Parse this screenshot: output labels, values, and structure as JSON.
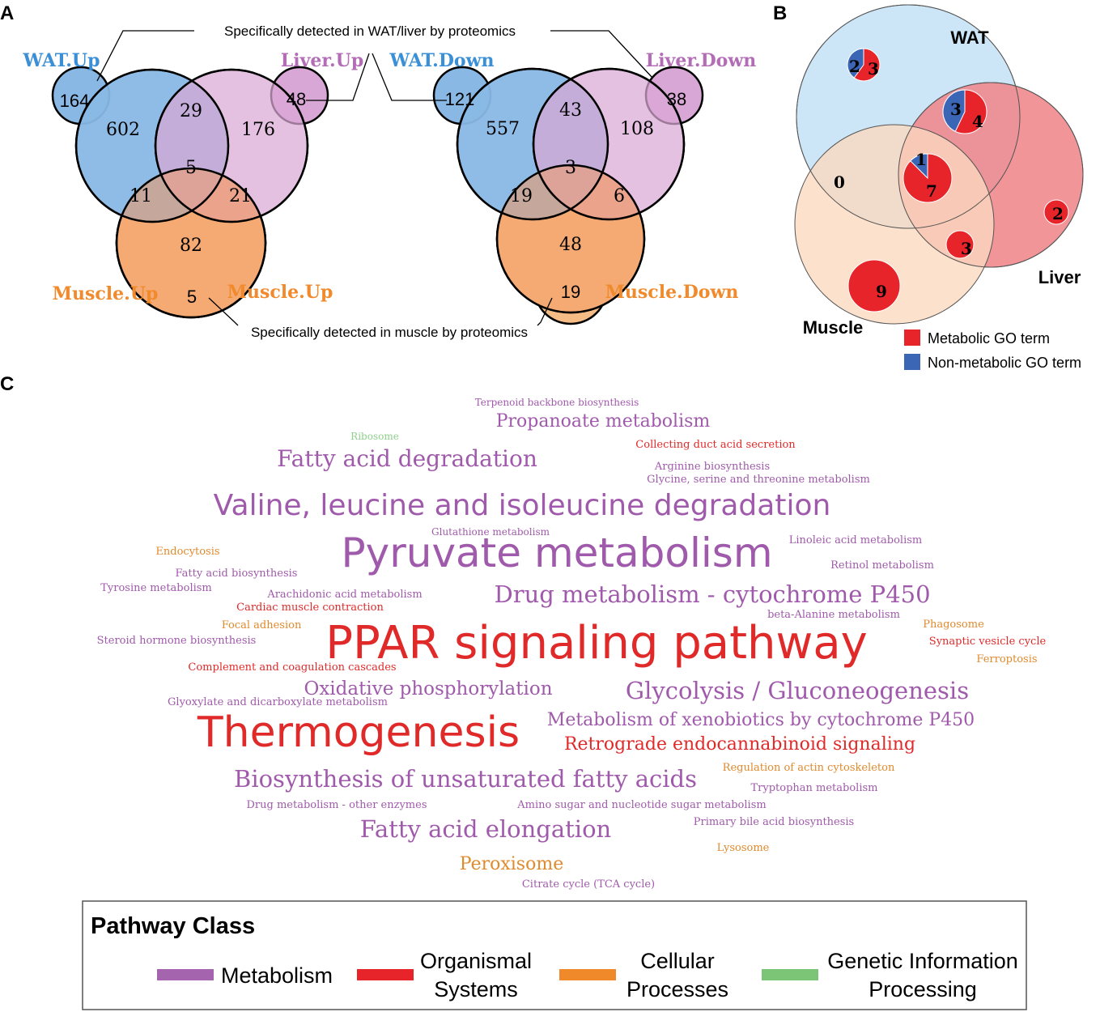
{
  "panel_a": {
    "label": "A",
    "top_note": "Specifically detected in WAT/liver by proteomics",
    "bottom_note": "Specifically detected in muscle by proteomics",
    "up": {
      "wat_label": "WAT.Up",
      "liver_label": "Liver.Up",
      "muscle_label_left": "Muscle.Up",
      "muscle_label_right": "Muscle.Up",
      "wat_only_proteomics": "164",
      "liver_only_proteomics": "48",
      "muscle_only_proteomics": "5",
      "wat": "602",
      "liver": "176",
      "muscle": "82",
      "wat_liver": "29",
      "wat_muscle": "11",
      "liver_muscle": "21",
      "all": "5"
    },
    "down": {
      "wat_label": "WAT.Down",
      "liver_label": "Liver.Down",
      "muscle_label": "Muscle.Down",
      "wat_only_proteomics": "121",
      "liver_only_proteomics": "38",
      "muscle_only_proteomics": "19",
      "wat": "557",
      "liver": "108",
      "muscle": "48",
      "wat_liver": "43",
      "wat_muscle": "19",
      "liver_muscle": "6",
      "all": "3"
    }
  },
  "panel_b": {
    "label": "B",
    "wat_label": "WAT",
    "liver_label": "Liver",
    "muscle_label": "Muscle",
    "pies": [
      {
        "metabolic": 3,
        "non_metabolic": 2
      },
      {
        "metabolic": 4,
        "non_metabolic": 3
      },
      {
        "metabolic": 7,
        "non_metabolic": 1
      },
      {
        "metabolic": 2,
        "non_metabolic": 0
      },
      {
        "metabolic": 3,
        "non_metabolic": 0
      },
      {
        "metabolic": 9,
        "non_metabolic": 0
      }
    ],
    "wat_muscle_value": "0",
    "legend": {
      "metabolic": "Metabolic GO term",
      "non_metabolic": "Non-metabolic GO term"
    },
    "colors": {
      "metabolic": "#e8242b",
      "non_metabolic": "#3a66b5"
    }
  },
  "panel_c": {
    "label": "C",
    "legend_title": "Pathway Class",
    "classes": [
      {
        "line1": "Metabolism",
        "line2": "",
        "color": "#a464ae"
      },
      {
        "line1": "Organismal",
        "line2": "Systems",
        "color": "#e8242b"
      },
      {
        "line1": "Cellular",
        "line2": "Processes",
        "color": "#f0892a"
      },
      {
        "line1": "Genetic Information",
        "line2": "Processing",
        "color": "#7cc576"
      }
    ],
    "colors": {
      "metabolism": "#a05aab",
      "organismal": "#e02a2a",
      "cellular": "#e08a2e",
      "genetic": "#8fd08a"
    },
    "words": [
      {
        "text": "Terpenoid backbone biosynthesis",
        "cls": "metabolism",
        "size": 13
      },
      {
        "text": "Propanoate metabolism",
        "cls": "metabolism",
        "size": 24
      },
      {
        "text": "Ribosome",
        "cls": "genetic",
        "size": 13
      },
      {
        "text": "Collecting duct acid secretion",
        "cls": "organismal",
        "size": 14
      },
      {
        "text": "Fatty acid degradation",
        "cls": "metabolism",
        "size": 31
      },
      {
        "text": "Arginine biosynthesis",
        "cls": "metabolism",
        "size": 14
      },
      {
        "text": "Glycine, serine and threonine metabolism",
        "cls": "metabolism",
        "size": 14
      },
      {
        "text": "Valine, leucine and isoleucine degradation",
        "cls": "metabolism",
        "size": 40
      },
      {
        "text": "Glutathione metabolism",
        "cls": "metabolism",
        "size": 13
      },
      {
        "text": "Linoleic acid metabolism",
        "cls": "metabolism",
        "size": 14
      },
      {
        "text": "Endocytosis",
        "cls": "cellular",
        "size": 14
      },
      {
        "text": "Pyruvate metabolism",
        "cls": "metabolism",
        "size": 56
      },
      {
        "text": "Retinol metabolism",
        "cls": "metabolism",
        "size": 14
      },
      {
        "text": "Fatty acid biosynthesis",
        "cls": "metabolism",
        "size": 14
      },
      {
        "text": "Tyrosine metabolism",
        "cls": "metabolism",
        "size": 14
      },
      {
        "text": "Arachidonic acid metabolism",
        "cls": "metabolism",
        "size": 14
      },
      {
        "text": "Drug metabolism - cytochrome P450",
        "cls": "metabolism",
        "size": 32
      },
      {
        "text": "Cardiac muscle contraction",
        "cls": "organismal",
        "size": 14
      },
      {
        "text": "beta-Alanine metabolism",
        "cls": "metabolism",
        "size": 14
      },
      {
        "text": "Focal adhesion",
        "cls": "cellular",
        "size": 14
      },
      {
        "text": "Phagosome",
        "cls": "cellular",
        "size": 14
      },
      {
        "text": "PPAR signaling pathway",
        "cls": "organismal",
        "size": 62
      },
      {
        "text": "Steroid hormone biosynthesis",
        "cls": "metabolism",
        "size": 14
      },
      {
        "text": "Synaptic vesicle cycle",
        "cls": "organismal",
        "size": 14
      },
      {
        "text": "Ferroptosis",
        "cls": "cellular",
        "size": 14
      },
      {
        "text": "Complement and coagulation cascades",
        "cls": "organismal",
        "size": 14
      },
      {
        "text": "Oxidative phosphorylation",
        "cls": "metabolism",
        "size": 26
      },
      {
        "text": "Glycolysis / Gluconeogenesis",
        "cls": "metabolism",
        "size": 32
      },
      {
        "text": "Glyoxylate and dicarboxylate metabolism",
        "cls": "metabolism",
        "size": 14
      },
      {
        "text": "Thermogenesis",
        "cls": "organismal",
        "size": 58
      },
      {
        "text": "Metabolism of xenobiotics by cytochrome P450",
        "cls": "metabolism",
        "size": 24
      },
      {
        "text": "Retrograde endocannabinoid signaling",
        "cls": "organismal",
        "size": 24
      },
      {
        "text": "Regulation of actin cytoskeleton",
        "cls": "cellular",
        "size": 14
      },
      {
        "text": "Biosynthesis of unsaturated fatty acids",
        "cls": "metabolism",
        "size": 32
      },
      {
        "text": "Tryptophan metabolism",
        "cls": "metabolism",
        "size": 14
      },
      {
        "text": "Drug metabolism - other enzymes",
        "cls": "metabolism",
        "size": 14
      },
      {
        "text": "Amino sugar and nucleotide sugar metabolism",
        "cls": "metabolism",
        "size": 14
      },
      {
        "text": "Primary bile acid biosynthesis",
        "cls": "metabolism",
        "size": 14
      },
      {
        "text": "Fatty acid elongation",
        "cls": "metabolism",
        "size": 32
      },
      {
        "text": "Lysosome",
        "cls": "cellular",
        "size": 14
      },
      {
        "text": "Peroxisome",
        "cls": "cellular",
        "size": 24
      },
      {
        "text": "Citrate cycle (TCA cycle)",
        "cls": "metabolism",
        "size": 14
      }
    ]
  }
}
